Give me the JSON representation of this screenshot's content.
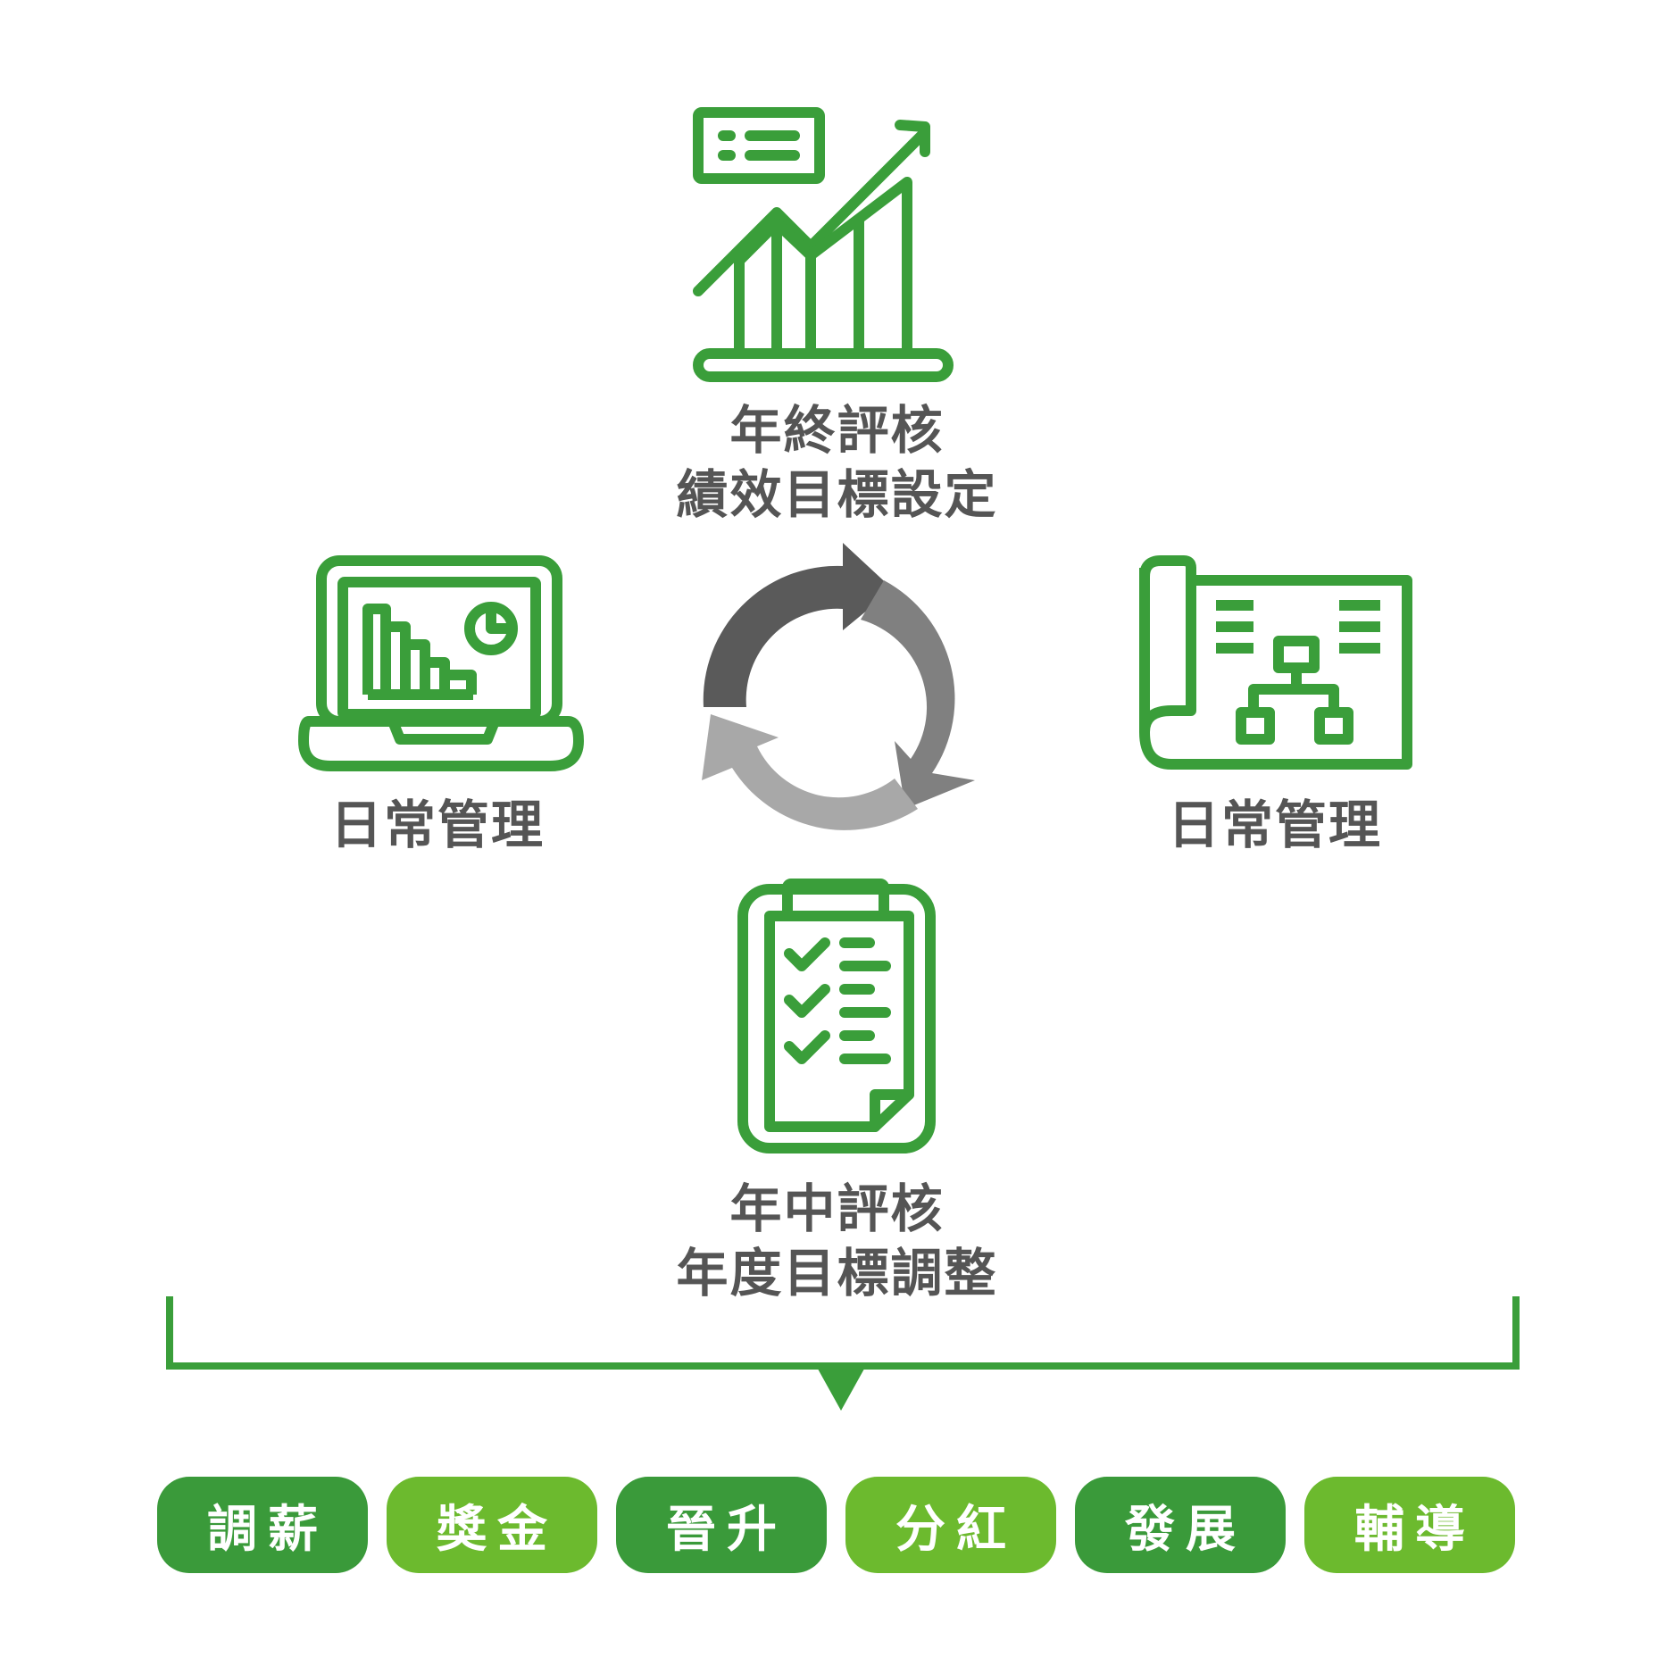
{
  "stages": {
    "top": {
      "line1": "年終評核",
      "line2": "績效目標設定"
    },
    "left": {
      "label": "日常管理"
    },
    "right": {
      "label": "日常管理"
    },
    "bottom": {
      "line1": "年中評核",
      "line2": "年度目標調整"
    }
  },
  "outcomes": [
    {
      "label": "調薪"
    },
    {
      "label": "獎金"
    },
    {
      "label": "晉升"
    },
    {
      "label": "分紅"
    },
    {
      "label": "發展"
    },
    {
      "label": "輔導"
    }
  ],
  "colors": {
    "green_icon": "#3a9e3a",
    "pill_dark": "#3a9a3a",
    "pill_light": "#6cba2e",
    "text_gray": "#555555",
    "cycle_dark": "#5a5a5a",
    "cycle_mid": "#808080",
    "cycle_light": "#a8a8a8"
  },
  "icons": {
    "top": "growth-chart-icon",
    "left": "laptop-dashboard-icon",
    "right": "blueprint-org-chart-icon",
    "bottom": "clipboard-checklist-icon",
    "center": "cycle-arrows-icon"
  }
}
